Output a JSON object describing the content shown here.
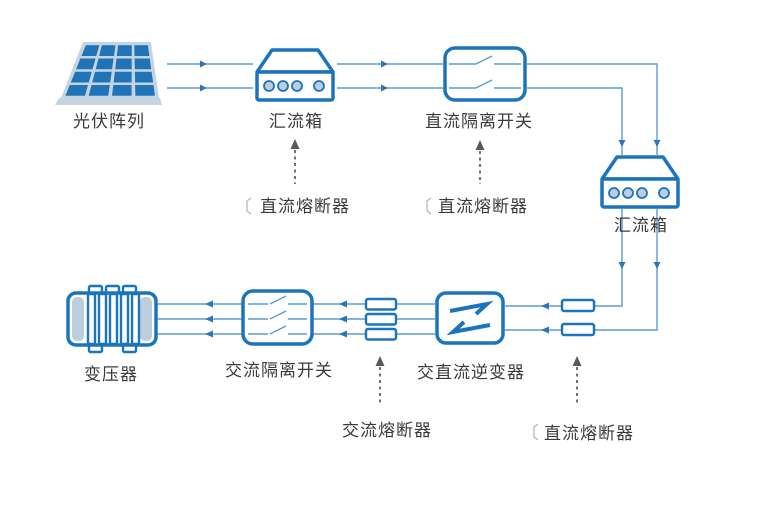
{
  "nodes": {
    "pv_array": "光伏阵列",
    "combiner_box_1": "汇流箱",
    "dc_isolator": "直流隔离开关",
    "combiner_box_2": "汇流箱",
    "inverter": "交直流逆变器",
    "ac_isolator": "交流隔离开关",
    "transformer": "变压器"
  },
  "annotations": {
    "dc_fuse_top_left": "直流熔断器",
    "dc_fuse_top_right": "直流熔断器",
    "ac_fuse": "交流熔断器",
    "dc_fuse_bottom_right": "直流熔断器",
    "corner_bracket_glyph": "〔"
  },
  "icons": {
    "pv_panel": "solar-panel-icon",
    "combiner": "combiner-box-icon",
    "isolator": "disconnect-switch-icon",
    "inverter": "inverter-icon",
    "transformer": "transformer-icon",
    "fuse": "fuse-icon"
  },
  "colors": {
    "device_stroke": "#1B74BC",
    "cell_fill": "#2173B8",
    "panel_frame": "#C5D4E2",
    "light_fill": "#BCCDDE",
    "line": "#5B9BD5",
    "arrow": "#2E75B6",
    "annotation_arrow": "#595959",
    "text": "#3A3A3A",
    "bracket": "#B5B9BD"
  }
}
